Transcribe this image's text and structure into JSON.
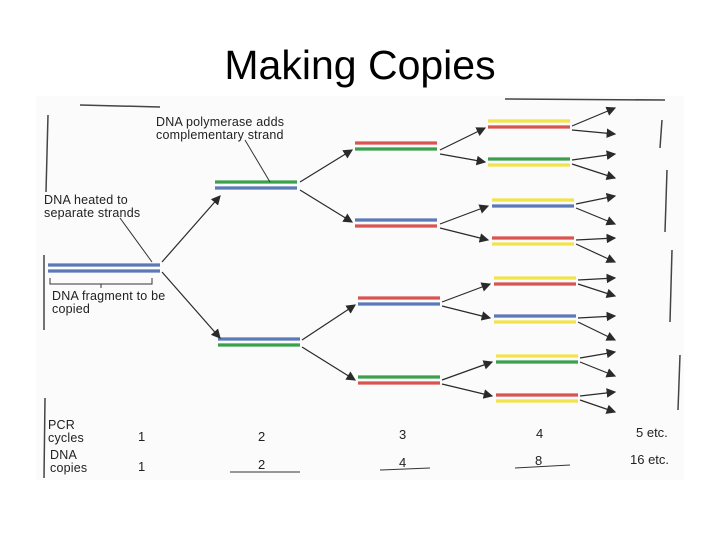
{
  "title": "Making Copies",
  "labels": {
    "polymerase": "DNA polymerase adds complementary strand",
    "heated": "DNA heated to separate strands",
    "fragment": "DNA fragment to be copied"
  },
  "table": {
    "row1_label": "PCR cycles",
    "row2_label": "DNA copies",
    "cycles": [
      "1",
      "2",
      "3",
      "4",
      "5 etc."
    ],
    "copies": [
      "1",
      "2",
      "4",
      "8",
      "16 etc."
    ]
  },
  "colors": {
    "blue": "#5b78b8",
    "green": "#3aa04c",
    "red": "#d9534f",
    "yellow": "#f2e34a",
    "ink": "#2a2a2a"
  }
}
